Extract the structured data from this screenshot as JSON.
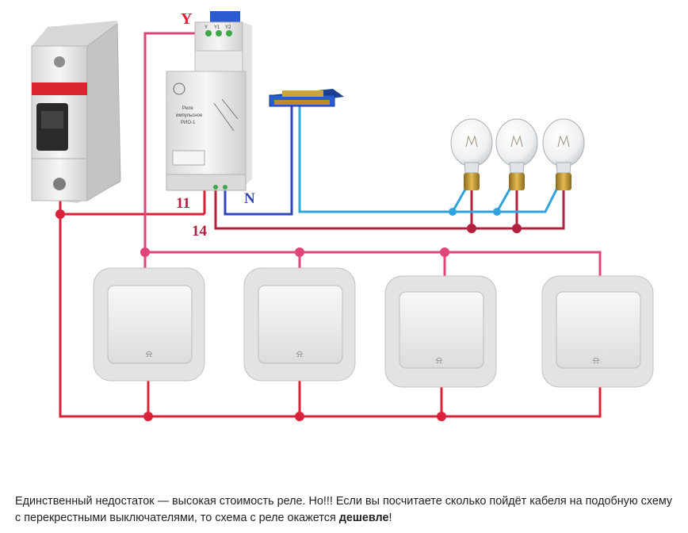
{
  "diagram": {
    "labels": {
      "y": "Y",
      "pin11": "11",
      "pin14": "14",
      "neutral": "N"
    },
    "relay_text": {
      "terminals": [
        "Y",
        "Y1",
        "Y2"
      ],
      "lines": [
        "Реле",
        "импульсное",
        "РИО-1"
      ]
    },
    "colors": {
      "phase": "#d9213a",
      "control": "#e0457a",
      "lamp_wire": "#b3203d",
      "neutral_blue": "#3046b8",
      "neutral_cyan": "#2fa4dc"
    },
    "lamps_count": 3,
    "switches_count": 4
  },
  "caption": {
    "text_before": "Единственный недостаток — высокая стоимость реле. Но!!! Если вы посчитаете сколько пойдёт кабеля на подобную схему с перекрестными выключателями, то схема с реле окажется ",
    "bold": "дешевле",
    "text_after": "!"
  }
}
